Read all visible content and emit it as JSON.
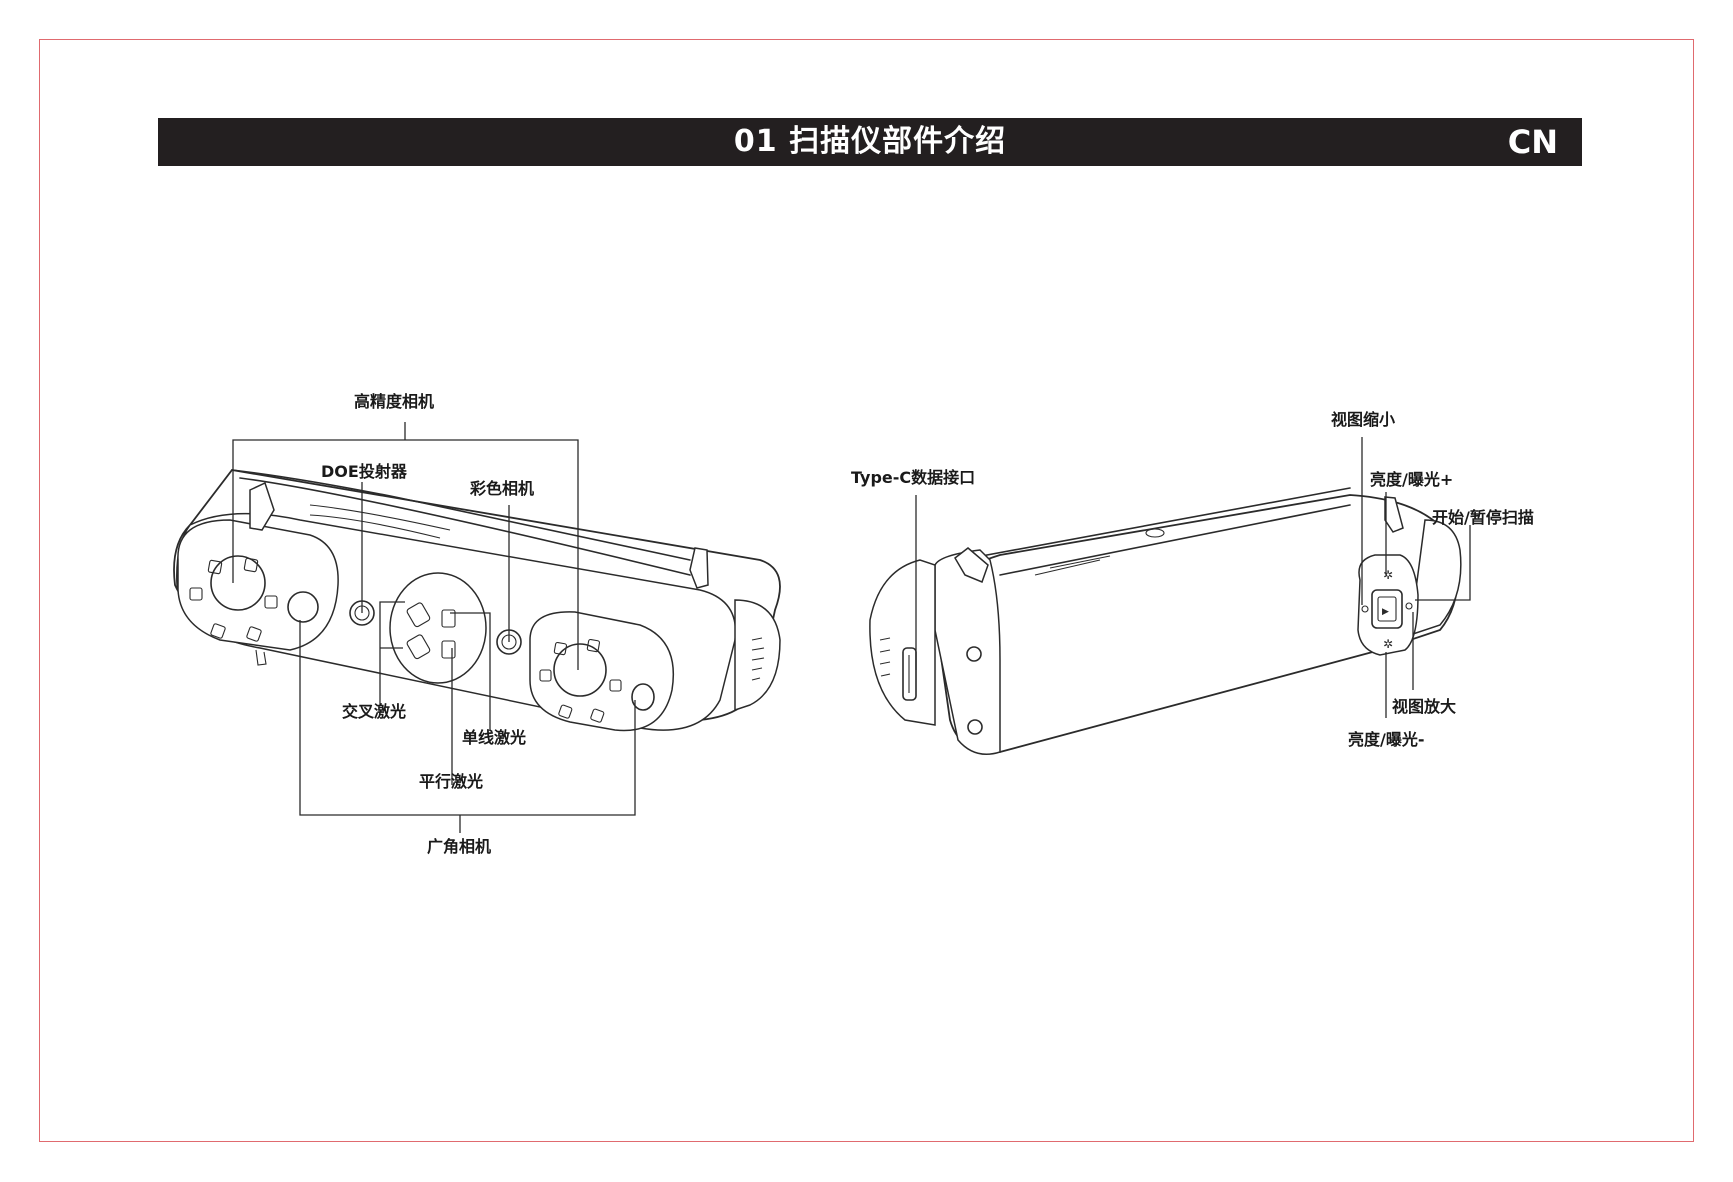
{
  "header": {
    "title": "01 扫描仪部件介绍",
    "lang_code": "CN"
  },
  "front_view": {
    "labels": {
      "hd_camera": "高精度相机",
      "doe_projector": "DOE投射器",
      "color_camera": "彩色相机",
      "cross_laser": "交叉激光",
      "single_laser": "单线激光",
      "parallel_laser": "平行激光",
      "wide_camera": "广角相机"
    }
  },
  "back_view": {
    "labels": {
      "view_zoom_out": "视图缩小",
      "type_c_port": "Type-C数据接口",
      "brightness_plus": "亮度/曝光+",
      "start_pause_scan": "开始/暂停扫描",
      "view_zoom_in": "视图放大",
      "brightness_minus": "亮度/曝光-"
    }
  },
  "colors": {
    "page_border": "#e06a6f",
    "header_bg": "#231f20",
    "header_text": "#ffffff",
    "line": "#2b2b2b"
  }
}
